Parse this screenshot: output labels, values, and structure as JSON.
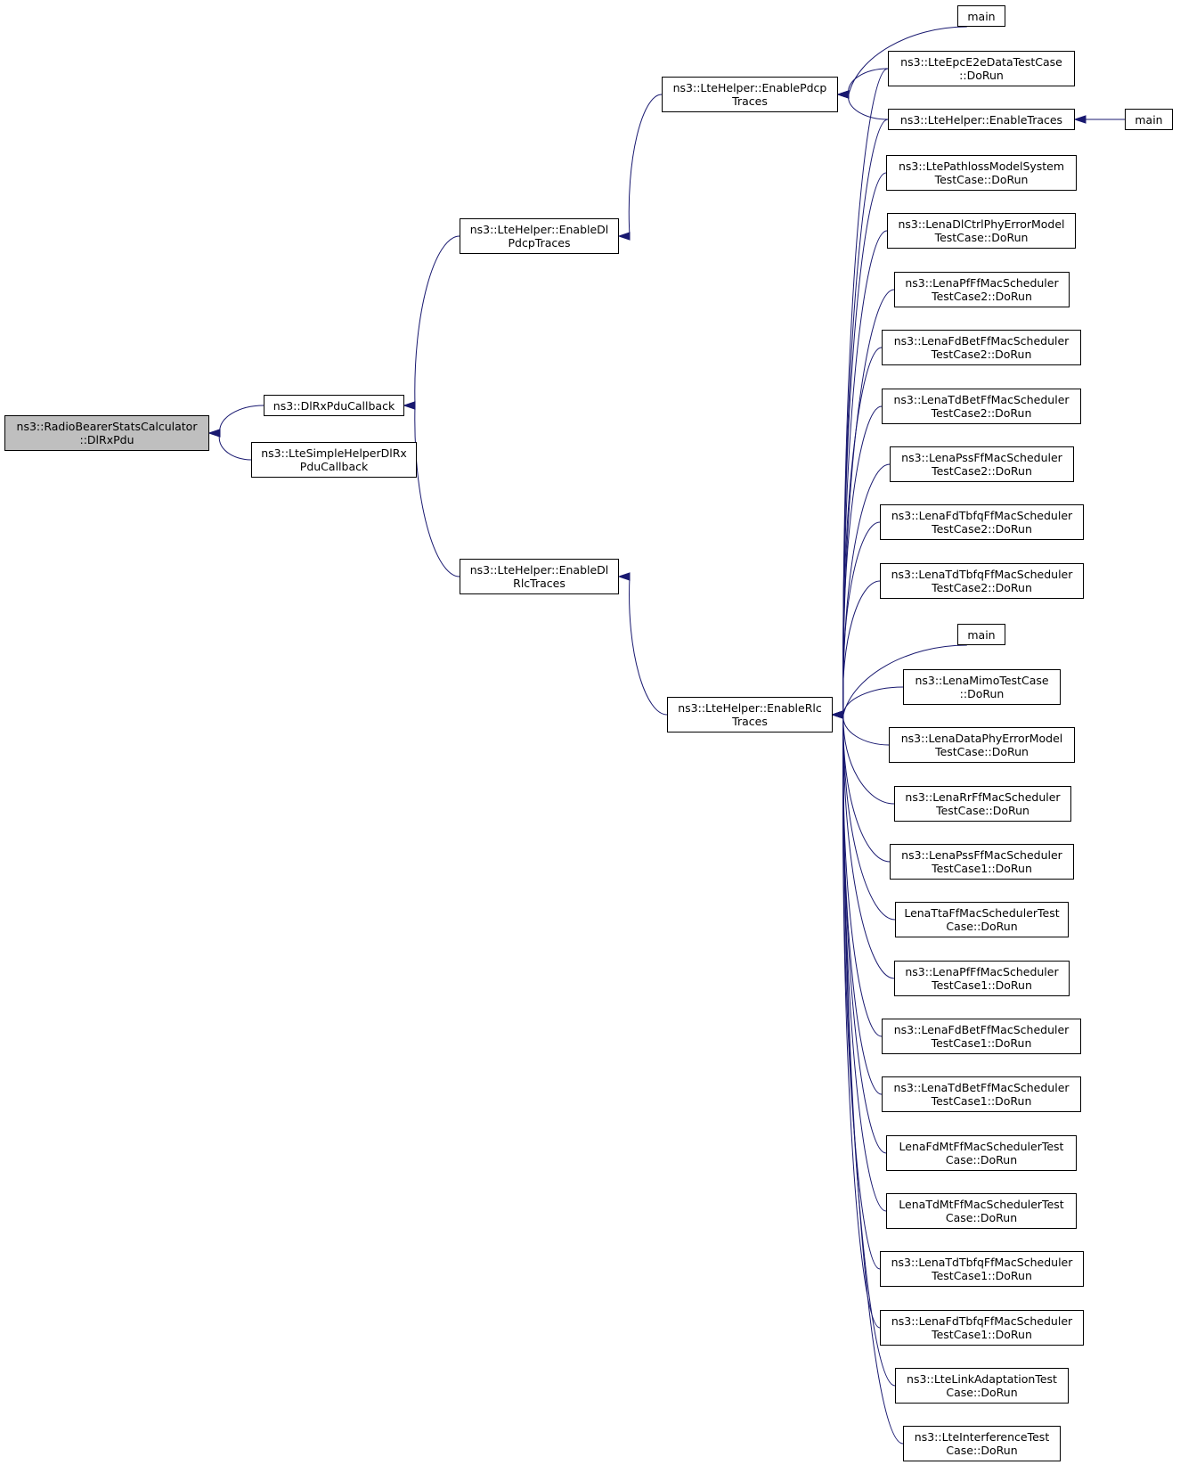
{
  "colors": {
    "edge": "#191970",
    "node_border": "#000000",
    "root_fill": "#bfbfbf",
    "node_fill": "#ffffff"
  },
  "nodes": {
    "root": {
      "lines": [
        "ns3::RadioBearerStatsCalculator",
        "::DlRxPdu"
      ]
    },
    "dlrxpdu": {
      "lines": [
        "ns3::DlRxPduCallback"
      ]
    },
    "ltesimple": {
      "lines": [
        "ns3::LteSimpleHelperDlRx",
        "PduCallback"
      ]
    },
    "enabledlpdcp": {
      "lines": [
        "ns3::LteHelper::EnableDl",
        "PdcpTraces"
      ]
    },
    "enabledlrlc": {
      "lines": [
        "ns3::LteHelper::EnableDl",
        "RlcTraces"
      ]
    },
    "enablepdcp": {
      "lines": [
        "ns3::LteHelper::EnablePdcp",
        "Traces"
      ]
    },
    "enablerlc": {
      "lines": [
        "ns3::LteHelper::EnableRlc",
        "Traces"
      ]
    },
    "main_top": {
      "lines": [
        "main"
      ]
    },
    "epce2e": {
      "lines": [
        "ns3::LteEpcE2eDataTestCase",
        "::DoRun"
      ]
    },
    "enabletraces": {
      "lines": [
        "ns3::LteHelper::EnableTraces"
      ]
    },
    "main_right": {
      "lines": [
        "main"
      ]
    },
    "pathloss": {
      "lines": [
        "ns3::LtePathlossModelSystem",
        "TestCase::DoRun"
      ]
    },
    "dlctrl": {
      "lines": [
        "ns3::LenaDlCtrlPhyErrorModel",
        "TestCase::DoRun"
      ]
    },
    "pf2": {
      "lines": [
        "ns3::LenaPfFfMacScheduler",
        "TestCase2::DoRun"
      ]
    },
    "fdbet2": {
      "lines": [
        "ns3::LenaFdBetFfMacScheduler",
        "TestCase2::DoRun"
      ]
    },
    "tdbet2": {
      "lines": [
        "ns3::LenaTdBetFfMacScheduler",
        "TestCase2::DoRun"
      ]
    },
    "pss2": {
      "lines": [
        "ns3::LenaPssFfMacScheduler",
        "TestCase2::DoRun"
      ]
    },
    "fdtbfq2": {
      "lines": [
        "ns3::LenaFdTbfqFfMacScheduler",
        "TestCase2::DoRun"
      ]
    },
    "tdtbfq2": {
      "lines": [
        "ns3::LenaTdTbfqFfMacScheduler",
        "TestCase2::DoRun"
      ]
    },
    "main_mid": {
      "lines": [
        "main"
      ]
    },
    "mimo": {
      "lines": [
        "ns3::LenaMimoTestCase",
        "::DoRun"
      ]
    },
    "dataphy": {
      "lines": [
        "ns3::LenaDataPhyErrorModel",
        "TestCase::DoRun"
      ]
    },
    "rr": {
      "lines": [
        "ns3::LenaRrFfMacScheduler",
        "TestCase::DoRun"
      ]
    },
    "pss1": {
      "lines": [
        "ns3::LenaPssFfMacScheduler",
        "TestCase1::DoRun"
      ]
    },
    "tta": {
      "lines": [
        "LenaTtaFfMacSchedulerTest",
        "Case::DoRun"
      ]
    },
    "pf1": {
      "lines": [
        "ns3::LenaPfFfMacScheduler",
        "TestCase1::DoRun"
      ]
    },
    "fdbet1": {
      "lines": [
        "ns3::LenaFdBetFfMacScheduler",
        "TestCase1::DoRun"
      ]
    },
    "tdbet1": {
      "lines": [
        "ns3::LenaTdBetFfMacScheduler",
        "TestCase1::DoRun"
      ]
    },
    "fdmt": {
      "lines": [
        "LenaFdMtFfMacSchedulerTest",
        "Case::DoRun"
      ]
    },
    "tdmt": {
      "lines": [
        "LenaTdMtFfMacSchedulerTest",
        "Case::DoRun"
      ]
    },
    "tdtbfq1": {
      "lines": [
        "ns3::LenaTdTbfqFfMacScheduler",
        "TestCase1::DoRun"
      ]
    },
    "fdtbfq1": {
      "lines": [
        "ns3::LenaFdTbfqFfMacScheduler",
        "TestCase1::DoRun"
      ]
    },
    "linkadapt": {
      "lines": [
        "ns3::LteLinkAdaptationTest",
        "Case::DoRun"
      ]
    },
    "interf": {
      "lines": [
        "ns3::LteInterferenceTest",
        "Case::DoRun"
      ]
    }
  },
  "edges": [
    [
      "dlrxpdu",
      "root"
    ],
    [
      "ltesimple",
      "root"
    ],
    [
      "enabledlpdcp",
      "dlrxpdu"
    ],
    [
      "enabledlrlc",
      "dlrxpdu"
    ],
    [
      "enablepdcp",
      "enabledlpdcp"
    ],
    [
      "enablerlc",
      "enabledlrlc"
    ],
    [
      "main_top",
      "enablepdcp"
    ],
    [
      "epce2e",
      "enablepdcp"
    ],
    [
      "enabletraces",
      "enablepdcp"
    ],
    [
      "main_right",
      "enabletraces"
    ],
    [
      "epce2e",
      "enablerlc"
    ],
    [
      "enabletraces",
      "enablerlc"
    ],
    [
      "pathloss",
      "enablerlc"
    ],
    [
      "dlctrl",
      "enablerlc"
    ],
    [
      "pf2",
      "enablerlc"
    ],
    [
      "fdbet2",
      "enablerlc"
    ],
    [
      "tdbet2",
      "enablerlc"
    ],
    [
      "pss2",
      "enablerlc"
    ],
    [
      "fdtbfq2",
      "enablerlc"
    ],
    [
      "tdtbfq2",
      "enablerlc"
    ],
    [
      "main_mid",
      "enablerlc"
    ],
    [
      "mimo",
      "enablerlc"
    ],
    [
      "dataphy",
      "enablerlc"
    ],
    [
      "rr",
      "enablerlc"
    ],
    [
      "pss1",
      "enablerlc"
    ],
    [
      "tta",
      "enablerlc"
    ],
    [
      "pf1",
      "enablerlc"
    ],
    [
      "fdbet1",
      "enablerlc"
    ],
    [
      "tdbet1",
      "enablerlc"
    ],
    [
      "fdmt",
      "enablerlc"
    ],
    [
      "tdmt",
      "enablerlc"
    ],
    [
      "tdtbfq1",
      "enablerlc"
    ],
    [
      "fdtbfq1",
      "enablerlc"
    ],
    [
      "linkadapt",
      "enablerlc"
    ],
    [
      "interf",
      "enablerlc"
    ]
  ]
}
